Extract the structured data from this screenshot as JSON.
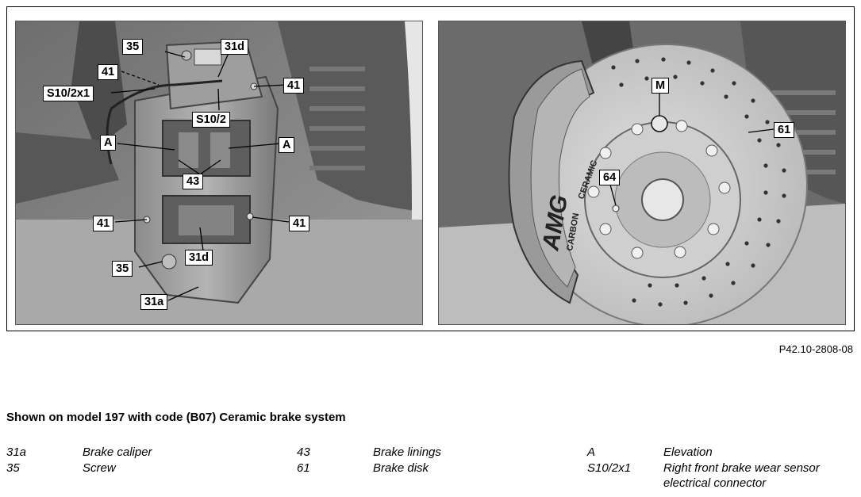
{
  "figure_ref": "P42.10-2808-08",
  "caption": "Shown on model 197 with code (B07) Ceramic brake system",
  "callouts_left": {
    "c1": "35",
    "c2": "31d",
    "c3": "41",
    "c4": "41",
    "c5": "S10/2x1",
    "c6": "S10/2",
    "c7": "A",
    "c8": "A",
    "c9": "43",
    "c10": "41",
    "c11": "41",
    "c12": "31d",
    "c13": "35",
    "c14": "31a"
  },
  "callouts_right": {
    "c1": "M",
    "c2": "61",
    "c3": "64"
  },
  "disk_markings": {
    "brand": "AMG",
    "line1": "CARBON",
    "line2": "CERAMIC"
  },
  "legend": {
    "col1": [
      {
        "code": "31a",
        "desc": "Brake caliper"
      },
      {
        "code": "35",
        "desc": "Screw"
      }
    ],
    "col2": [
      {
        "code": "43",
        "desc": "Brake linings"
      },
      {
        "code": "61",
        "desc": "Brake disk"
      }
    ],
    "col3": [
      {
        "code": "A",
        "desc": "Elevation"
      },
      {
        "code": "S10/2x1",
        "desc": "Right front brake wear sensor"
      },
      {
        "code": "",
        "desc": "electrical connector"
      }
    ]
  }
}
